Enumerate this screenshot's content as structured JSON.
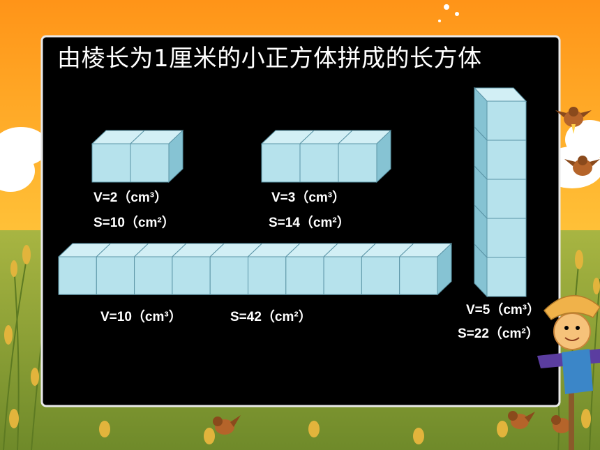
{
  "title": "由棱长为1厘米的小正方体拼成的长方体",
  "prisms": [
    {
      "count": 2,
      "orientation": "horizontal",
      "volume_label": "V=2（cm³）",
      "surface_label": "S=10（cm²）"
    },
    {
      "count": 3,
      "orientation": "horizontal",
      "volume_label": "V=3（cm³）",
      "surface_label": "S=14（cm²）"
    },
    {
      "count": 10,
      "orientation": "horizontal",
      "volume_label": "V=10（cm³）",
      "surface_label": "S=42（cm²）"
    },
    {
      "count": 5,
      "orientation": "vertical",
      "volume_label": "V=5（cm³）",
      "surface_label": "S=22（cm²）"
    }
  ],
  "colors": {
    "sky_top": "#ff9a1a",
    "sky_bottom": "#ffd24a",
    "board": "#000000",
    "board_border": "#e9e9e9",
    "cube_front": "#b6e2ec",
    "cube_top": "#d2eff5",
    "cube_side": "#86c3d3",
    "grass": "#8fa33a",
    "grain": "#e0b23a"
  },
  "decorations": [
    "sparrow-icon",
    "scarecrow-icon",
    "cloud-icon",
    "rice-field"
  ]
}
